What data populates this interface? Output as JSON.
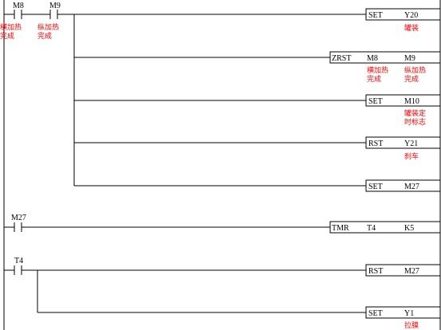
{
  "rungs": [
    {
      "contacts": [
        {
          "device": "M8",
          "comment": [
            "横加热",
            "完成"
          ]
        },
        {
          "device": "M9",
          "comment": [
            "纵加热",
            "完成"
          ]
        }
      ],
      "outputs": [
        {
          "instr": "SET",
          "ops": [
            {
              "name": "Y20",
              "comment": [
                "罐装"
              ]
            }
          ]
        },
        {
          "instr": "ZRST",
          "ops": [
            {
              "name": "M8",
              "comment": [
                "横加热",
                "完成"
              ]
            },
            {
              "name": "M9",
              "comment": [
                "纵加热",
                "完成"
              ]
            }
          ]
        },
        {
          "instr": "SET",
          "ops": [
            {
              "name": "M10",
              "comment": [
                "罐装定",
                "时标志"
              ]
            }
          ]
        },
        {
          "instr": "RST",
          "ops": [
            {
              "name": "Y21",
              "comment": [
                "刹车"
              ]
            }
          ]
        },
        {
          "instr": "SET",
          "ops": [
            {
              "name": "M27",
              "comment": []
            }
          ]
        }
      ]
    },
    {
      "contacts": [
        {
          "device": "M27",
          "comment": []
        }
      ],
      "outputs": [
        {
          "instr": "TMR",
          "ops": [
            {
              "name": "T4",
              "comment": []
            },
            {
              "name": "K5",
              "comment": []
            }
          ]
        }
      ]
    },
    {
      "contacts": [
        {
          "device": "T4",
          "comment": []
        }
      ],
      "outputs": [
        {
          "instr": "RST",
          "ops": [
            {
              "name": "M27",
              "comment": []
            }
          ]
        },
        {
          "instr": "SET",
          "ops": [
            {
              "name": "Y1",
              "comment": [
                "拉膜"
              ]
            }
          ]
        }
      ]
    }
  ]
}
